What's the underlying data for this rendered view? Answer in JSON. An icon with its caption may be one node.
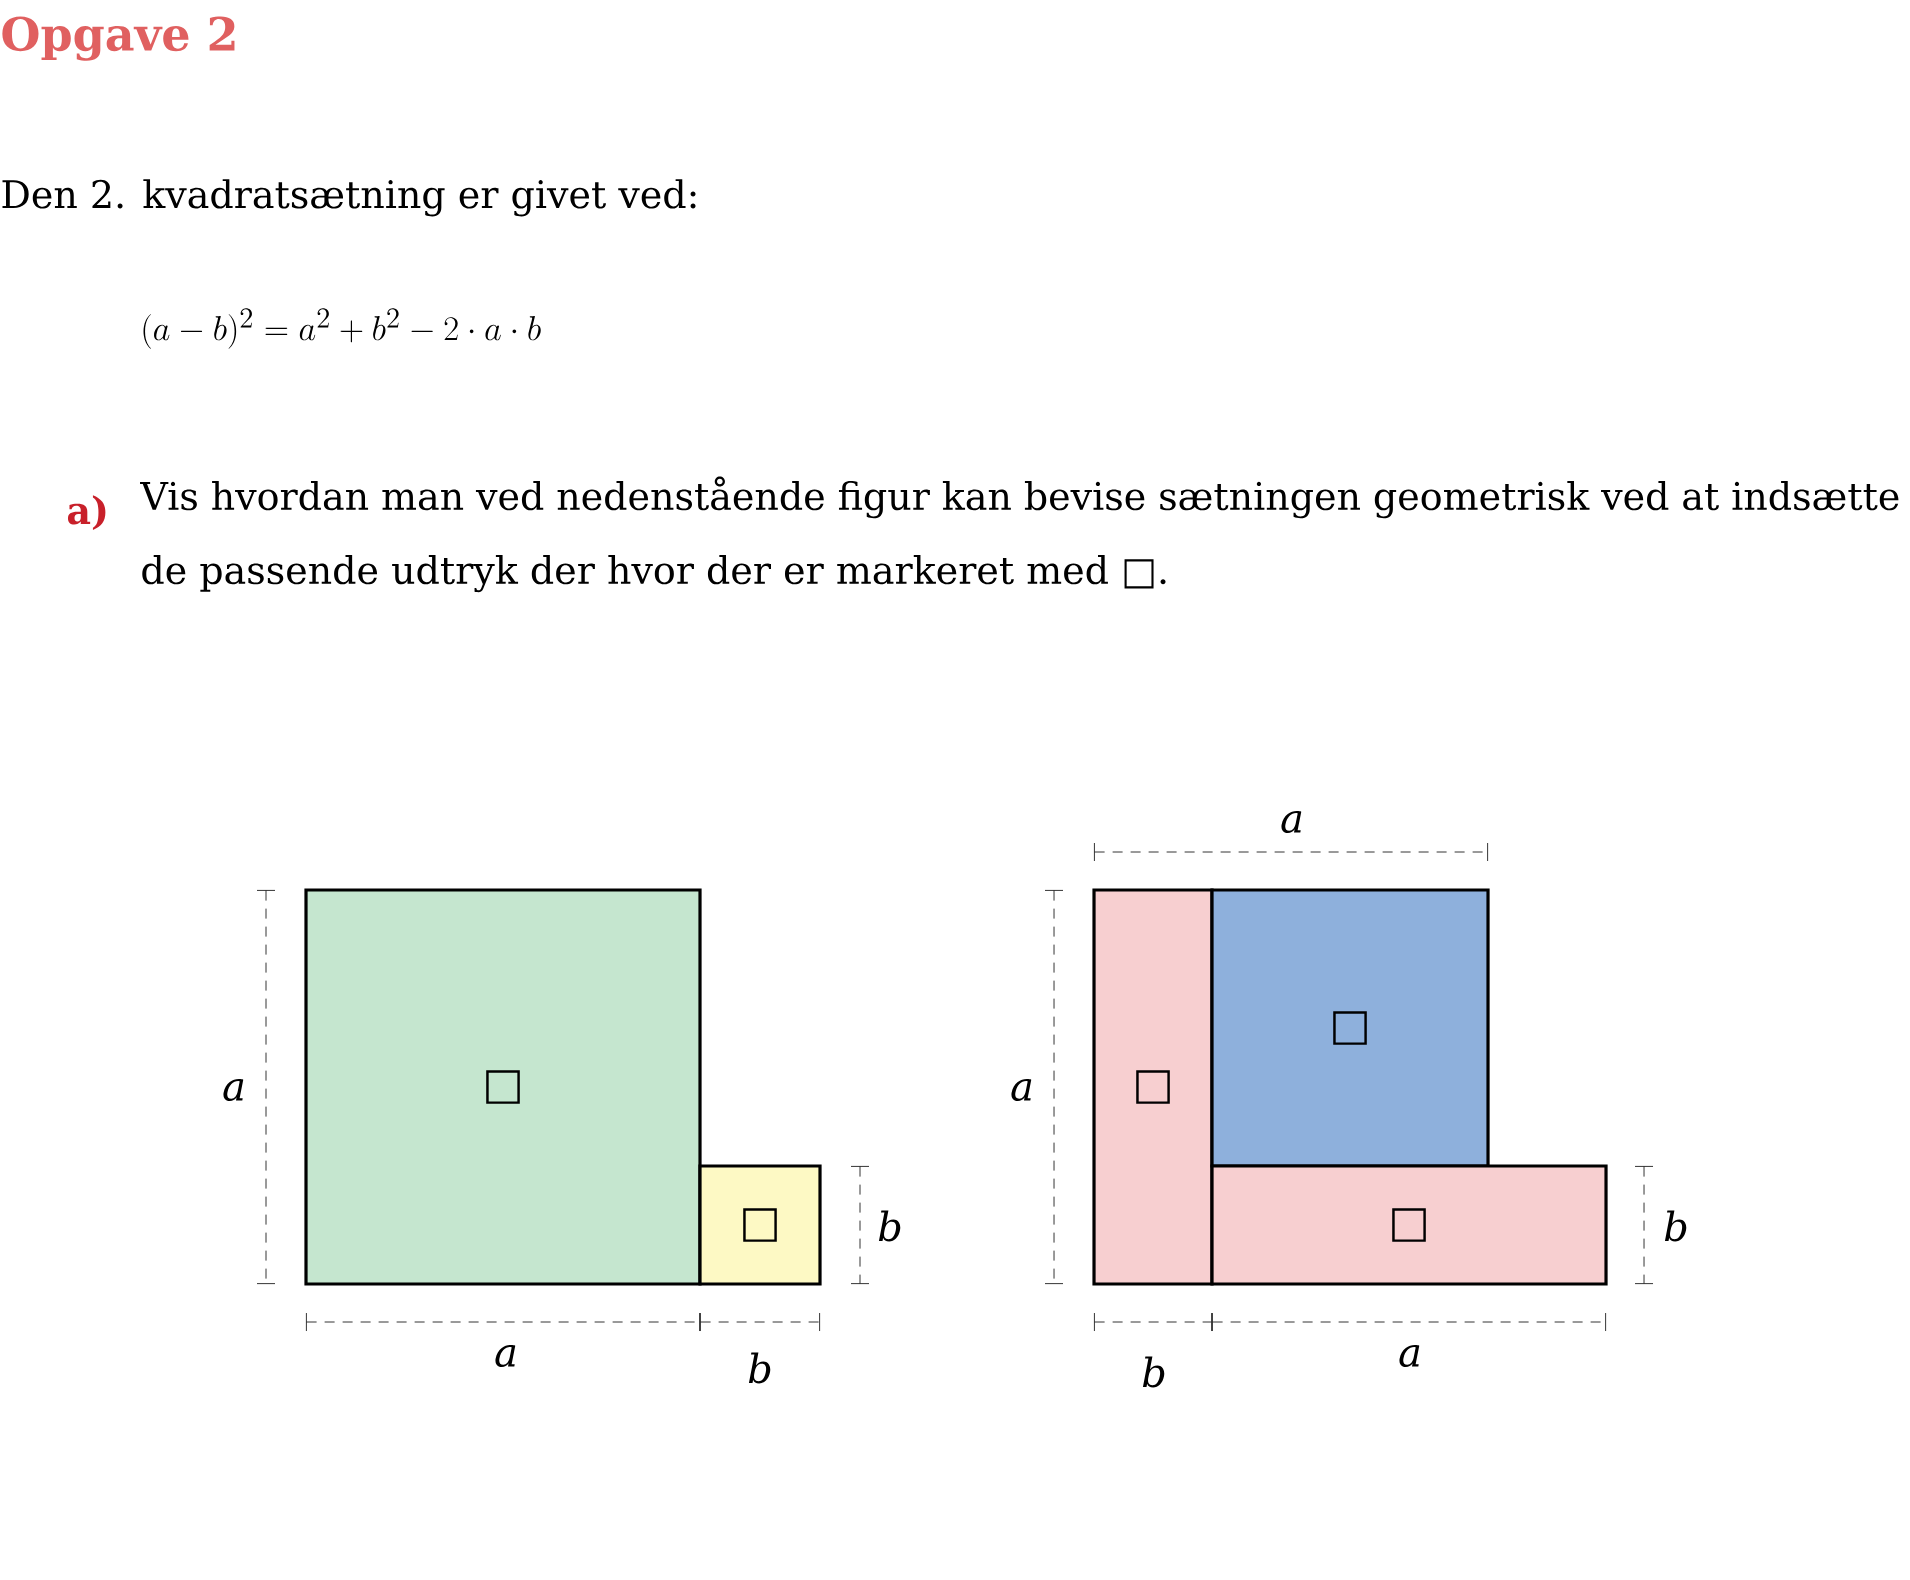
{
  "diagram": {
    "title": "Opgave 2",
    "nodes": [
      {
        "text": [
          "□"
        ]
      },
      {
        "text": [
          "□"
        ]
      },
      {
        "text": [
          "□"
        ]
      },
      {
        "text": [
          "□"
        ]
      },
      {
        "text": [
          "□"
        ]
      }
    ],
    "edges": [],
    "labels": [
      "Den 2. kvadratsætning er givet ved:",
      "(a-b)^2=a^2+b^2-2\\cdot a\\cdot b",
      "a)",
      "Vis hvordan man ved nedenstående figur kan bevise sætningen geometrisk ved at indsætte de passende udtryk der hvor der er markeret med □.",
      "a",
      "a",
      "b",
      "a",
      "b",
      "a",
      "b",
      "b",
      "a"
    ]
  }
}
